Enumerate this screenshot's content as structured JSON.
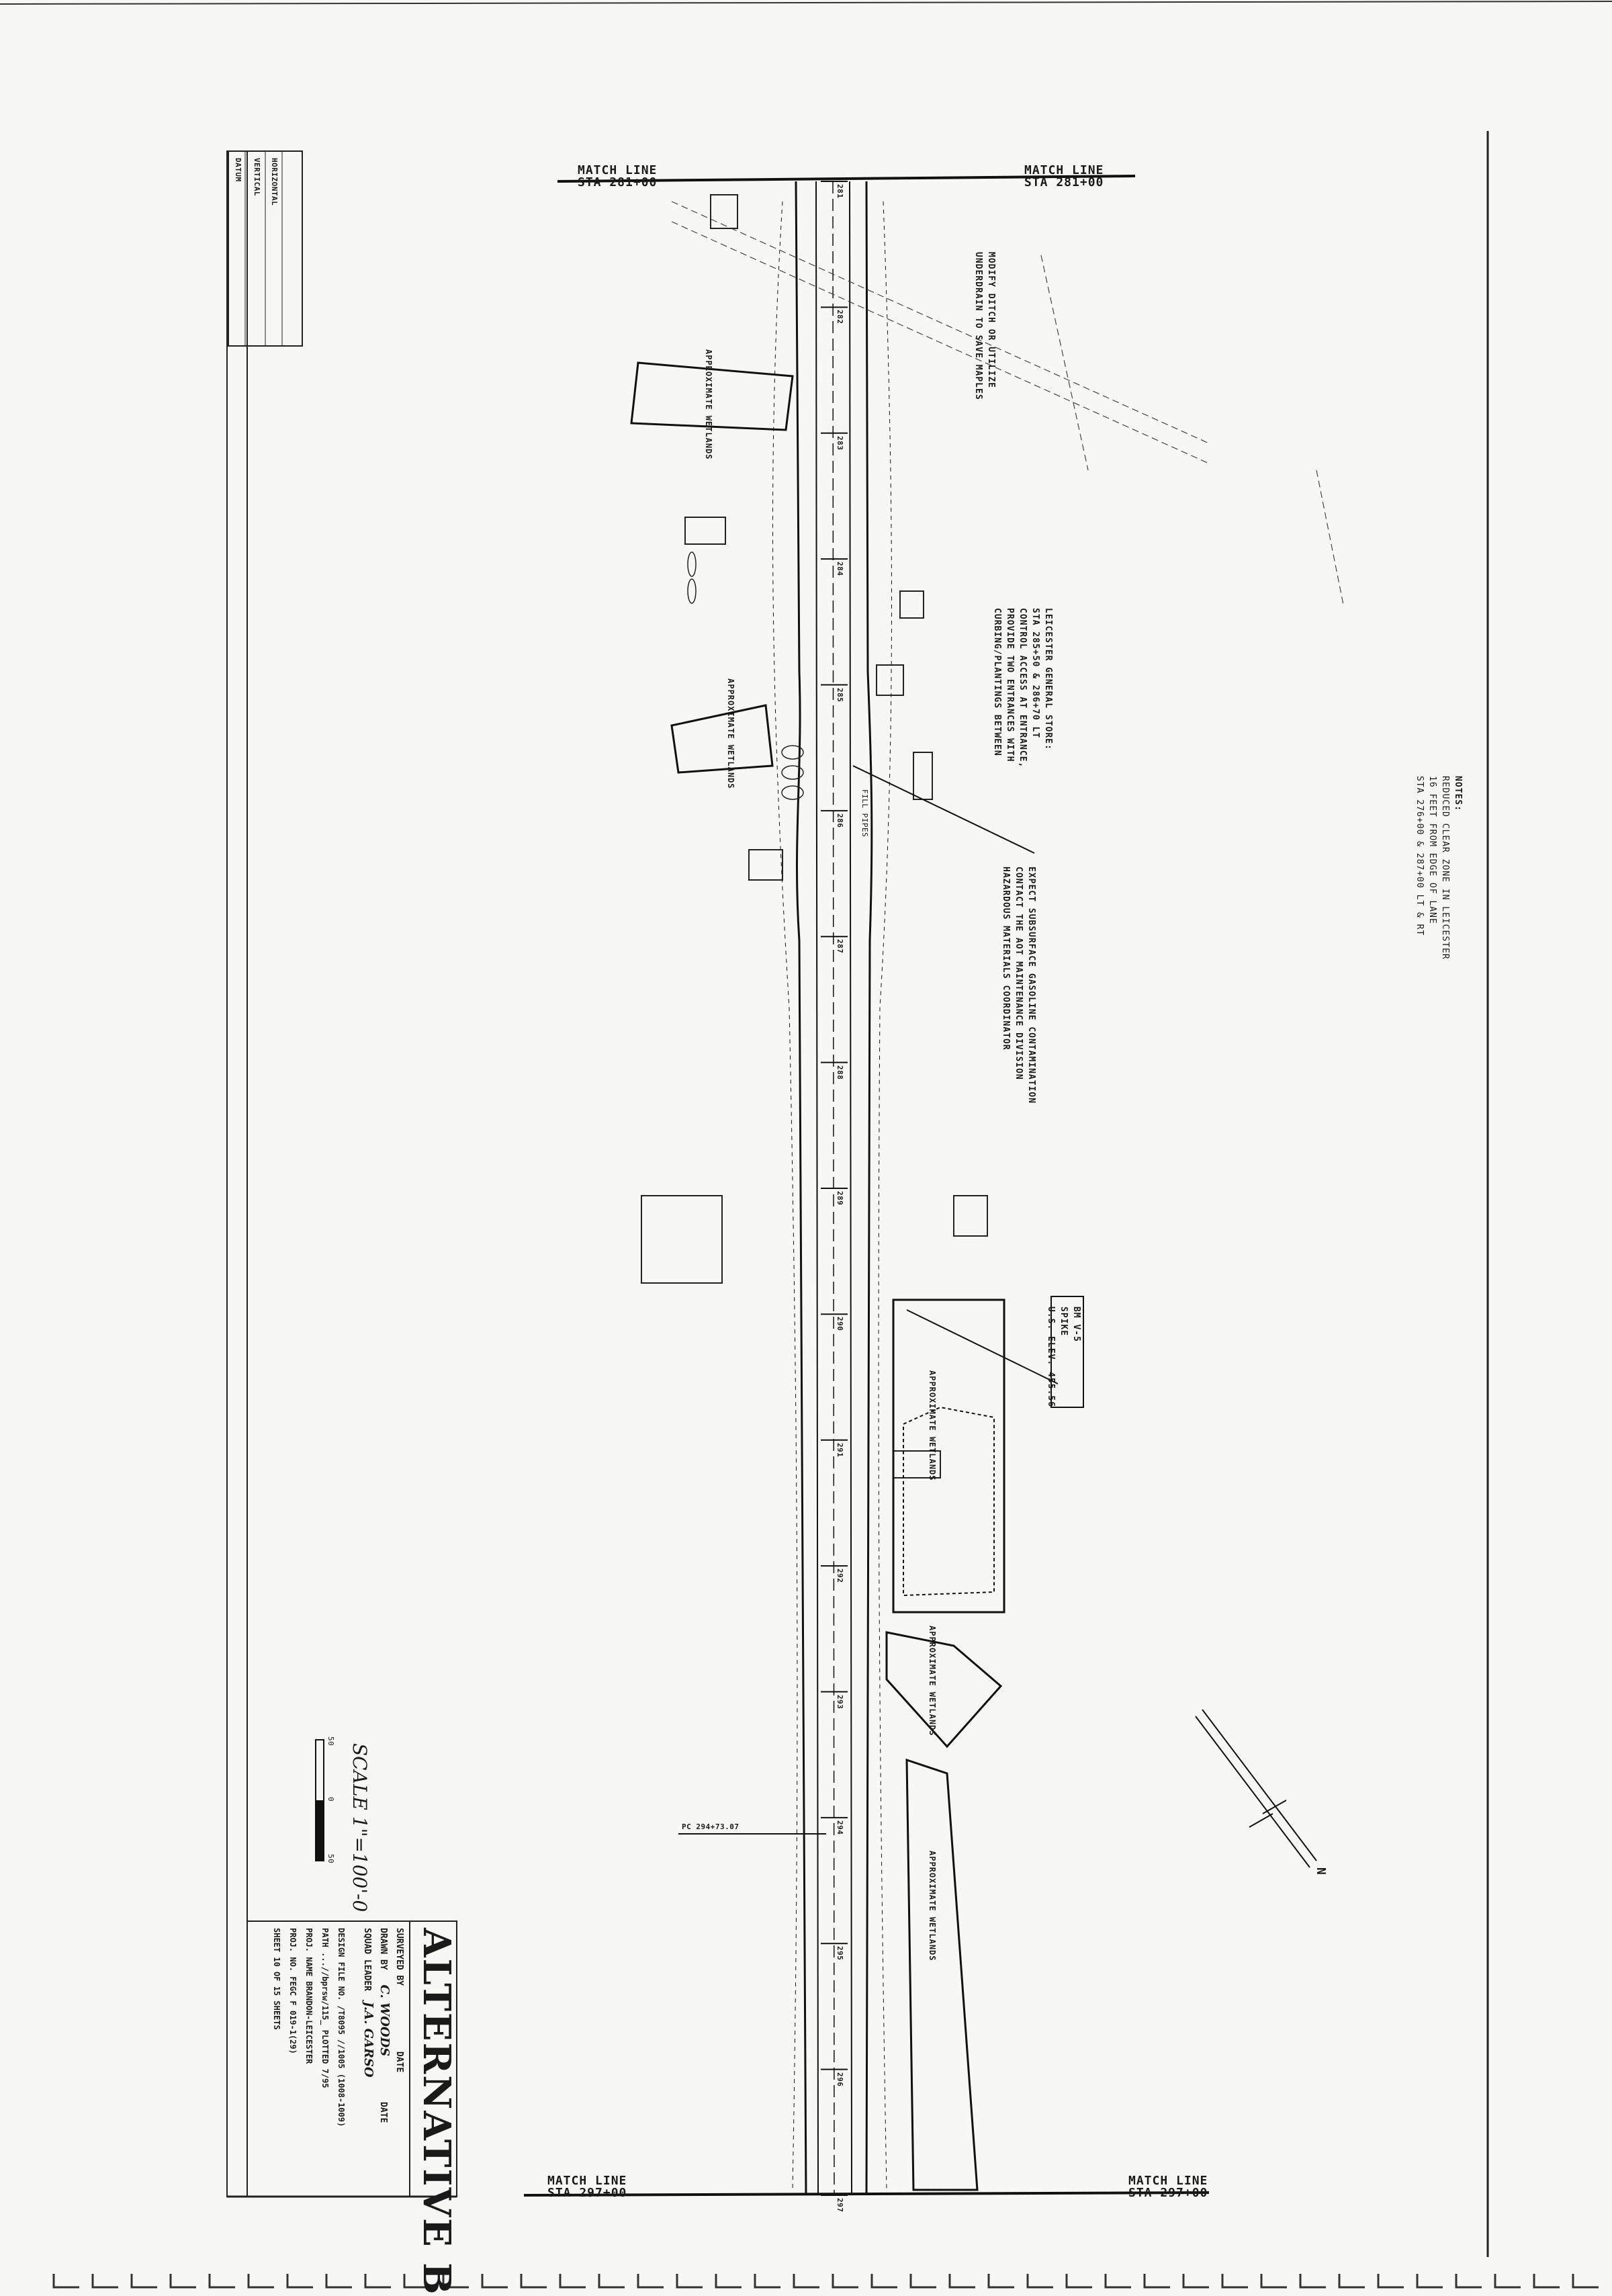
{
  "title_block": {
    "title": "ALTERNATIVE B",
    "rows": [
      {
        "label": "SURVEYED BY",
        "value": "",
        "right_label": "DATE"
      },
      {
        "label": "DRAWN BY",
        "value": "C. WOODS",
        "right_label": "DATE"
      },
      {
        "label": "SQUAD LEADER",
        "value": "J.A. GARSO",
        "right_label": ""
      }
    ],
    "design_file": "DESIGN FILE NO. /T8095 //1005 (1008-1009)",
    "path": "PATH ...//bprsw/115_ PLOTTED 7/95",
    "project_name": "PROJ. NAME BRANDON-LEICESTER",
    "project_no": "PROJ. NO. FEGC F 019-1(29)",
    "sheet": "SHEET 10 OF 15 SHEETS"
  },
  "datum_block": {
    "header": "DATUM",
    "vertical_label": "VERTICAL",
    "horizontal_label": "HORIZONTAL"
  },
  "scale": {
    "label": "SCALE 1\"=100'-0",
    "ticks": [
      "50",
      "0",
      "50"
    ]
  },
  "match_lines": {
    "top_left": {
      "line1": "MATCH LINE",
      "line2": "STA 281+00"
    },
    "top_right": {
      "line1": "MATCH LINE",
      "line2": "STA 281+00"
    },
    "bottom_left": {
      "line1": "MATCH LINE",
      "line2": "STA 297+00"
    },
    "bottom_right": {
      "line1": "MATCH LINE",
      "line2": "STA 297+00"
    }
  },
  "annotations": {
    "modify_ditch": [
      "MODIFY DITCH OR UTILIZE",
      "UNDERDRAIN TO SAVE MAPLES"
    ],
    "general_store": [
      "LEICESTER GENERAL STORE:",
      "STA 285+50 & 286+70 LT",
      "CONTROL ACCESS AT ENTRANCE,",
      "PROVIDE TWO ENTRANCES WITH",
      "CURBING/PLANTINGS BETWEEN"
    ],
    "contamination": [
      "EXPECT SUBSURFACE GASOLINE CONTAMINATION",
      "CONTACT THE AOT MAINTENANCE DIVISION",
      "HAZARDOUS MATERIALS COORDINATOR"
    ],
    "benchmark": [
      "BM V-5",
      "SPIKE",
      "U.S. ELEV. 455.56"
    ],
    "pc": "PC 294+73.07",
    "fill_pipes": "FILL PIPES",
    "notes": [
      "NOTES:",
      "REDUCED CLEAR ZONE IN LEICESTER",
      "16 FEET FROM EDGE OF LANE",
      "STA 276+00 & 287+00 LT & RT"
    ]
  },
  "wetlands_label": "APPROXIMATE WETLANDS",
  "stations": [
    "281",
    "282",
    "283",
    "284",
    "285",
    "286",
    "287",
    "288",
    "289",
    "290",
    "291",
    "292",
    "293",
    "294",
    "295",
    "296",
    "297"
  ],
  "north_label": "N"
}
